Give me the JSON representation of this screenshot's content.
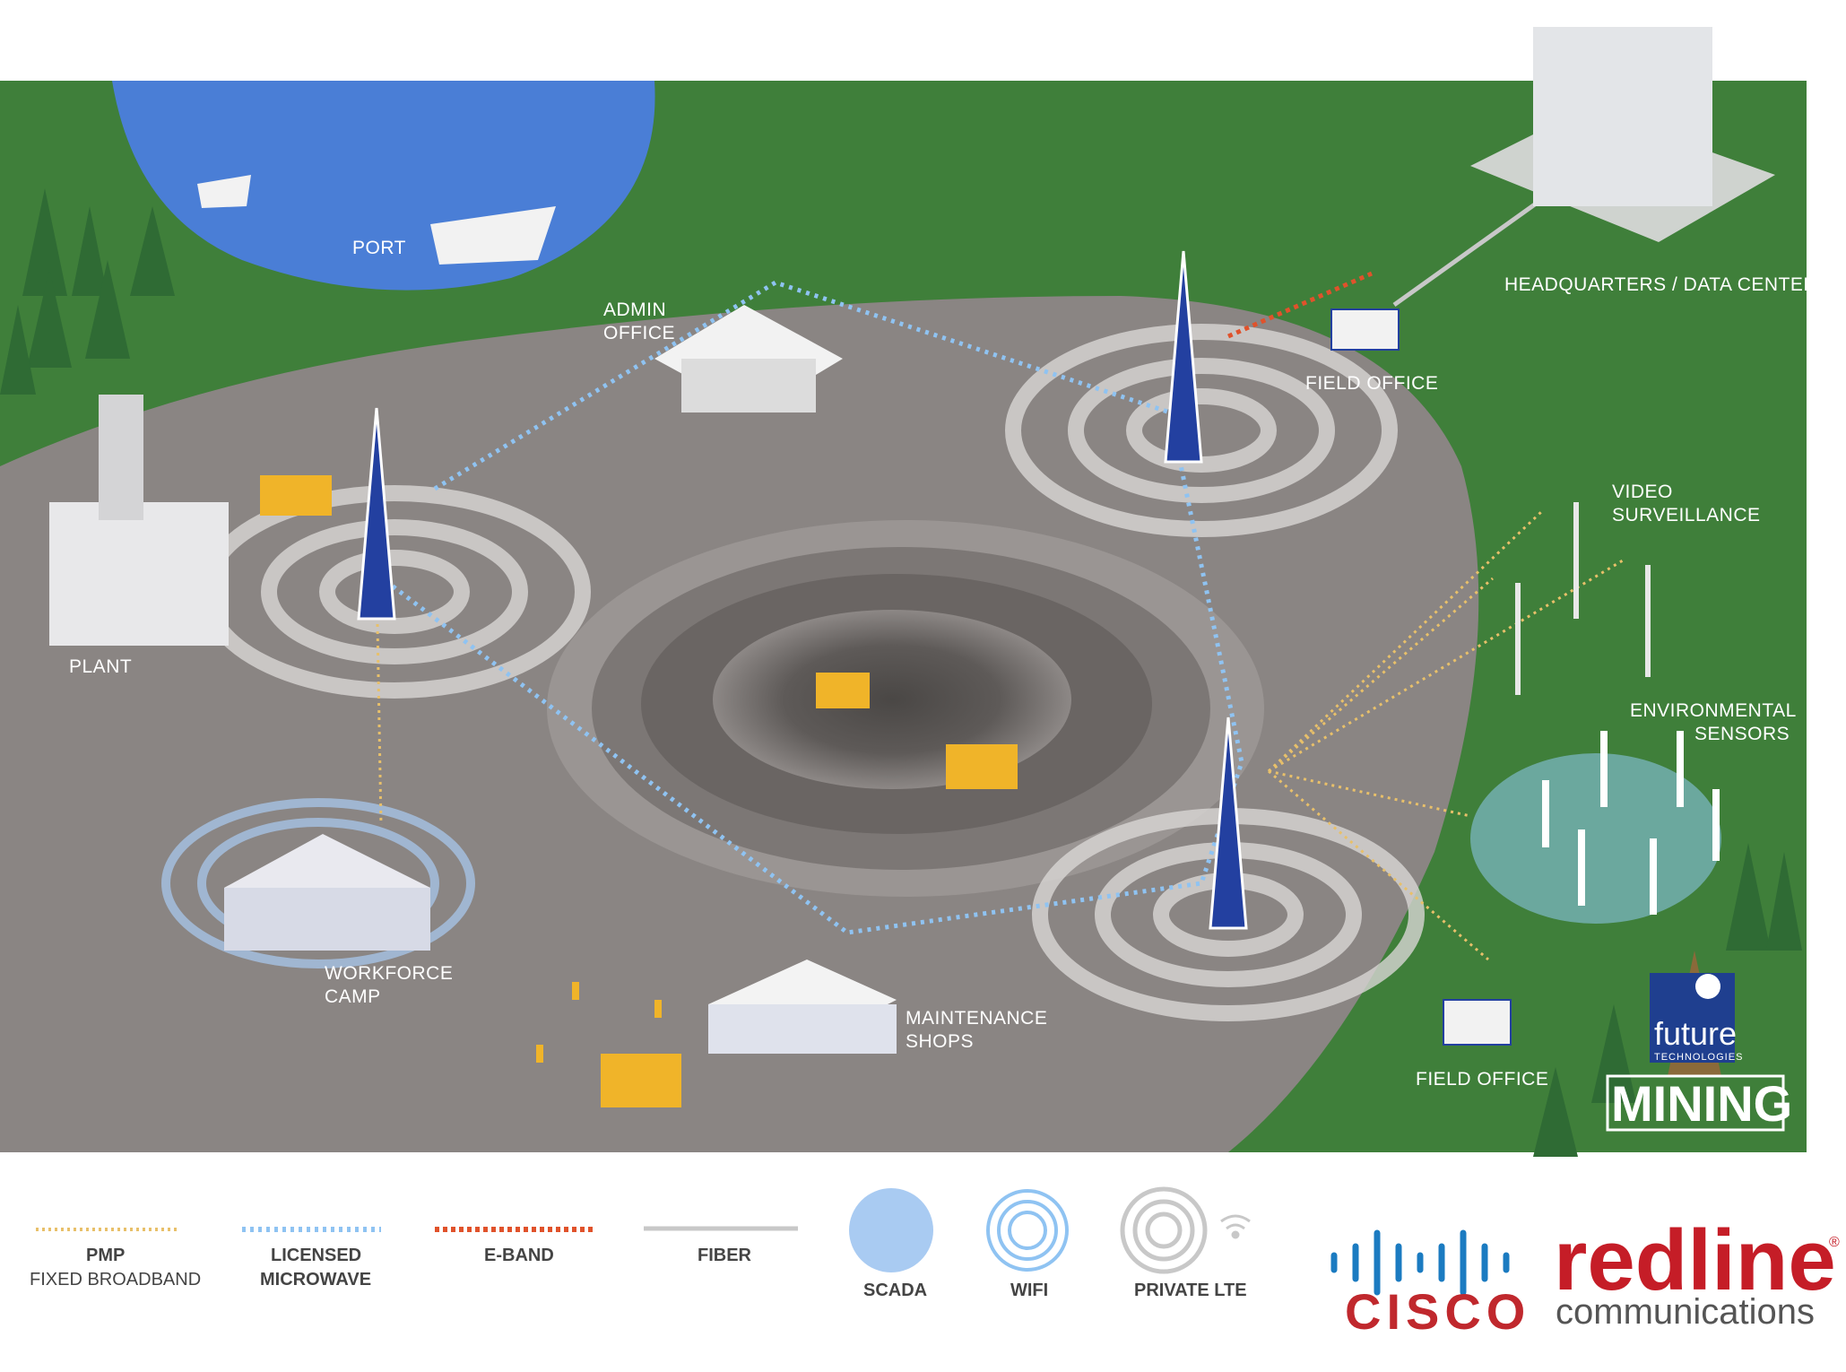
{
  "labels": {
    "port": "PORT",
    "admin_office_1": "ADMIN",
    "admin_office_2": "OFFICE",
    "field_office_top": "FIELD OFFICE",
    "headquarters": "HEADQUARTERS / DATA CENTER",
    "plant": "PLANT",
    "video_1": "VIDEO",
    "video_2": "SURVEILLANCE",
    "env_1": "ENVIRONMENTAL",
    "env_2": "SENSORS",
    "workforce_1": "WORKFORCE",
    "workforce_2": "CAMP",
    "maintenance_1": "MAINTENANCE",
    "maintenance_2": "SHOPS",
    "field_office_bottom": "FIELD OFFICE"
  },
  "badge": {
    "future": "future",
    "technologies": "TECHNOLOGIES",
    "mining": "MINING"
  },
  "legend": {
    "pmp_1": "PMP",
    "pmp_2": "FIXED BROADBAND",
    "licensed_1": "LICENSED",
    "licensed_2": "MICROWAVE",
    "eband": "E-BAND",
    "fiber": "FIBER",
    "scada": "SCADA",
    "wifi": "WIFI",
    "lte": "PRIVATE LTE"
  },
  "logos": {
    "cisco": "CISCO",
    "redline": "redline",
    "communications": "communications",
    "registered": "®"
  },
  "colors": {
    "grass": "#3f7f3a",
    "ground": "#8a8583",
    "water": "#4a7ed6",
    "pmp": "#e8c06a",
    "microwave": "#8fc3f2",
    "eband": "#e0522b",
    "fiber": "#c8c8c8",
    "scada": "#a9cbf2",
    "badge_blue": "#1f3f8f",
    "cisco_red": "#c0282d",
    "redline_red": "#c51d27"
  },
  "icons": [
    "tower-icon",
    "wifi-icon",
    "truck-icon",
    "excavator-icon",
    "camera-icon",
    "sensor-icon",
    "ship-icon",
    "building-icon",
    "worker-icon"
  ]
}
